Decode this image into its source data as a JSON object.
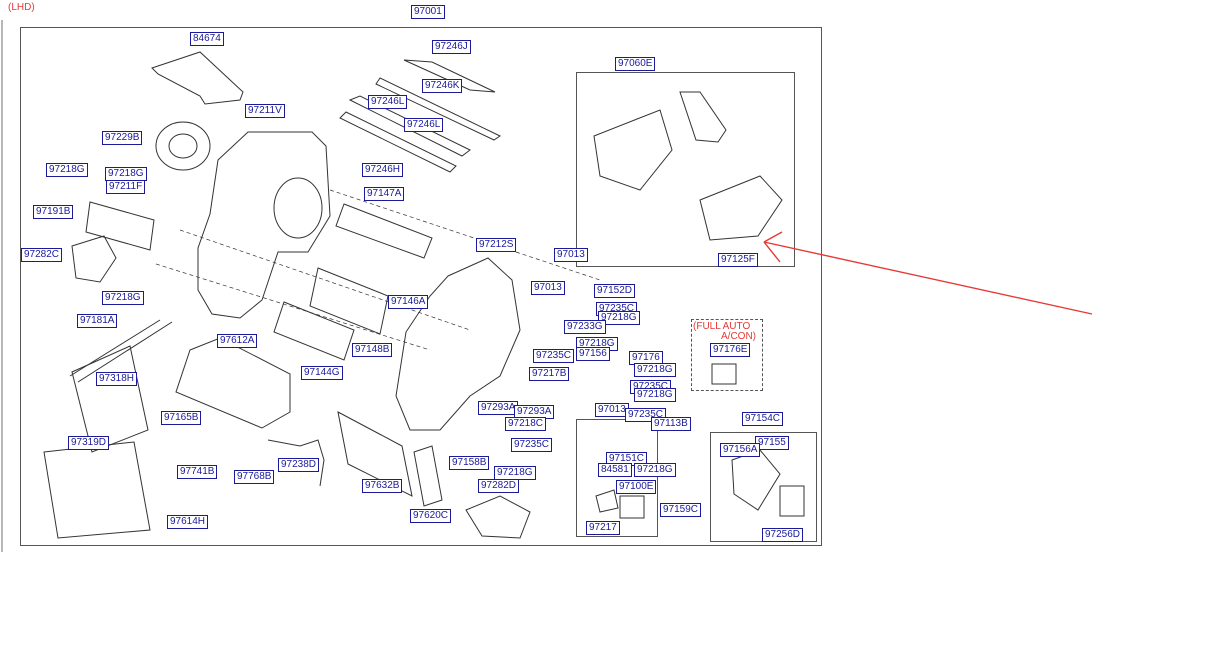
{
  "lhd_note": "(LHD)",
  "full_auto_note_1": "(FULL AUTO",
  "full_auto_note_2": "A/CON)",
  "part_labels": {
    "p97001": "97001",
    "p84674": "84674",
    "p97246J": "97246J",
    "p97246K": "97246K",
    "p97246L_a": "97246L",
    "p97246L_b": "97246L",
    "p97246H": "97246H",
    "p97211V": "97211V",
    "p97229B": "97229B",
    "p97218G_1": "97218G",
    "p97218G_2": "97218G",
    "p97211F": "97211F",
    "p97191B": "97191B",
    "p97282C": "97282C",
    "p97147A": "97147A",
    "p97212S": "97212S",
    "p97013_a": "97013",
    "p97013_b": "97013",
    "p97152D": "97152D",
    "p97235C_1": "97235C",
    "p97218G_3": "97218G",
    "p97233G": "97233G",
    "p97218G_4": "97218G",
    "p97235C_2": "97235C",
    "p97156": "97156",
    "p97176": "97176",
    "p97218G_5": "97218G",
    "p97235C_3": "97235C",
    "p97218G_6": "97218G",
    "p97146A": "97146A",
    "p97148B": "97148B",
    "p97144G": "97144G",
    "p97612A": "97612A",
    "p97218G_7": "97218G",
    "p97181A": "97181A",
    "p97318H": "97318H",
    "p97165B": "97165B",
    "p97741B": "97741B",
    "p97319D": "97319D",
    "p97768B": "97768B",
    "p97238D": "97238D",
    "p97614H": "97614H",
    "p97632B": "97632B",
    "p97620C": "97620C",
    "p97158B": "97158B",
    "p97282D": "97282D",
    "p97293A_a": "97293A",
    "p97293A_b": "97293A",
    "p97218C": "97218C",
    "p97235C_4": "97235C",
    "p97218G_8": "97218G",
    "p97217B": "97217B",
    "p97013_c": "97013",
    "p97235C_5": "97235C",
    "p97113B": "97113B",
    "p97151C": "97151C",
    "p84581": "84581",
    "p97218G_9": "97218G",
    "p97100E": "97100E",
    "p97217": "97217",
    "p97159C": "97159C",
    "p97060E": "97060E",
    "p97125F": "97125F",
    "p97176E": "97176E",
    "p97154C": "97154C",
    "p97155": "97155",
    "p97156A": "97156A",
    "p97256D": "97256D"
  },
  "colors": {
    "note_red": "#e53935",
    "label_blue": "#1a1a9a",
    "line": "#333333"
  }
}
